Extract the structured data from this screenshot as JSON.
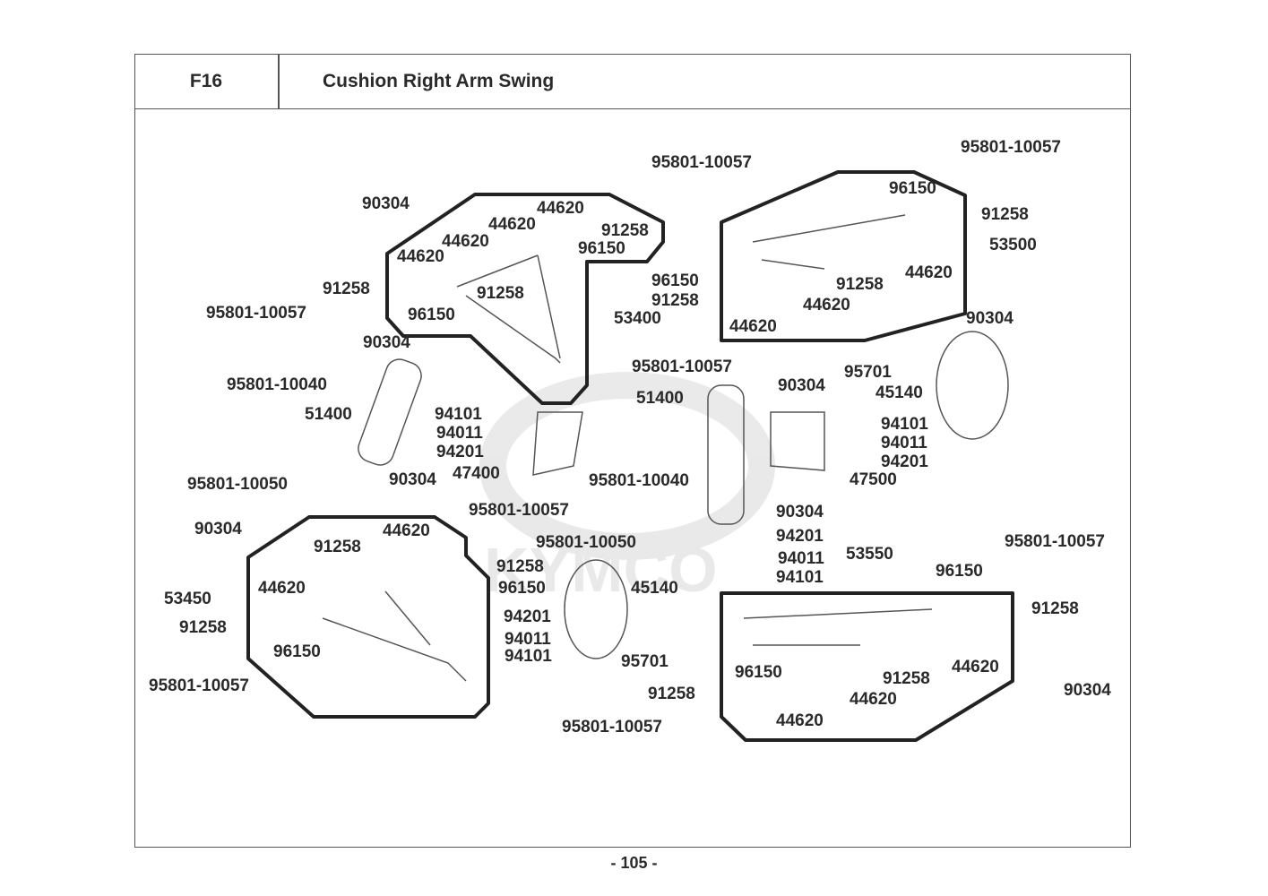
{
  "header": {
    "code": "F16",
    "title": "Cushion  Right Arm Swing"
  },
  "page_number": "- 105 -",
  "watermark_logo": "KYMCO",
  "callouts": [
    "95801-10057",
    "90304",
    "44620",
    "91258",
    "44620",
    "96150",
    "44620",
    "44620",
    "91258",
    "91258",
    "96150",
    "95801-10057",
    "53400",
    "90304",
    "95801-10040",
    "51400",
    "94101",
    "94011",
    "94201",
    "47400",
    "90304",
    "95801-10050",
    "95801-10040",
    "95801-10057",
    "96150",
    "91258",
    "53500",
    "96150",
    "91258",
    "91258",
    "44620",
    "44620",
    "44620",
    "90304",
    "95801-10057",
    "95701",
    "45140",
    "90304",
    "51400",
    "94101",
    "94011",
    "94201",
    "47500",
    "90304",
    "90304",
    "95801-10057",
    "44620",
    "91258",
    "91258",
    "95801-10050",
    "94201",
    "94011",
    "94101",
    "53550",
    "95801-10057",
    "53450",
    "44620",
    "96150",
    "45140",
    "96150",
    "91258",
    "91258",
    "96150",
    "94201",
    "94011",
    "94101",
    "95701",
    "95801-10057",
    "96150",
    "91258",
    "44620",
    "44620",
    "91258",
    "90304",
    "44620",
    "95801-10057"
  ]
}
